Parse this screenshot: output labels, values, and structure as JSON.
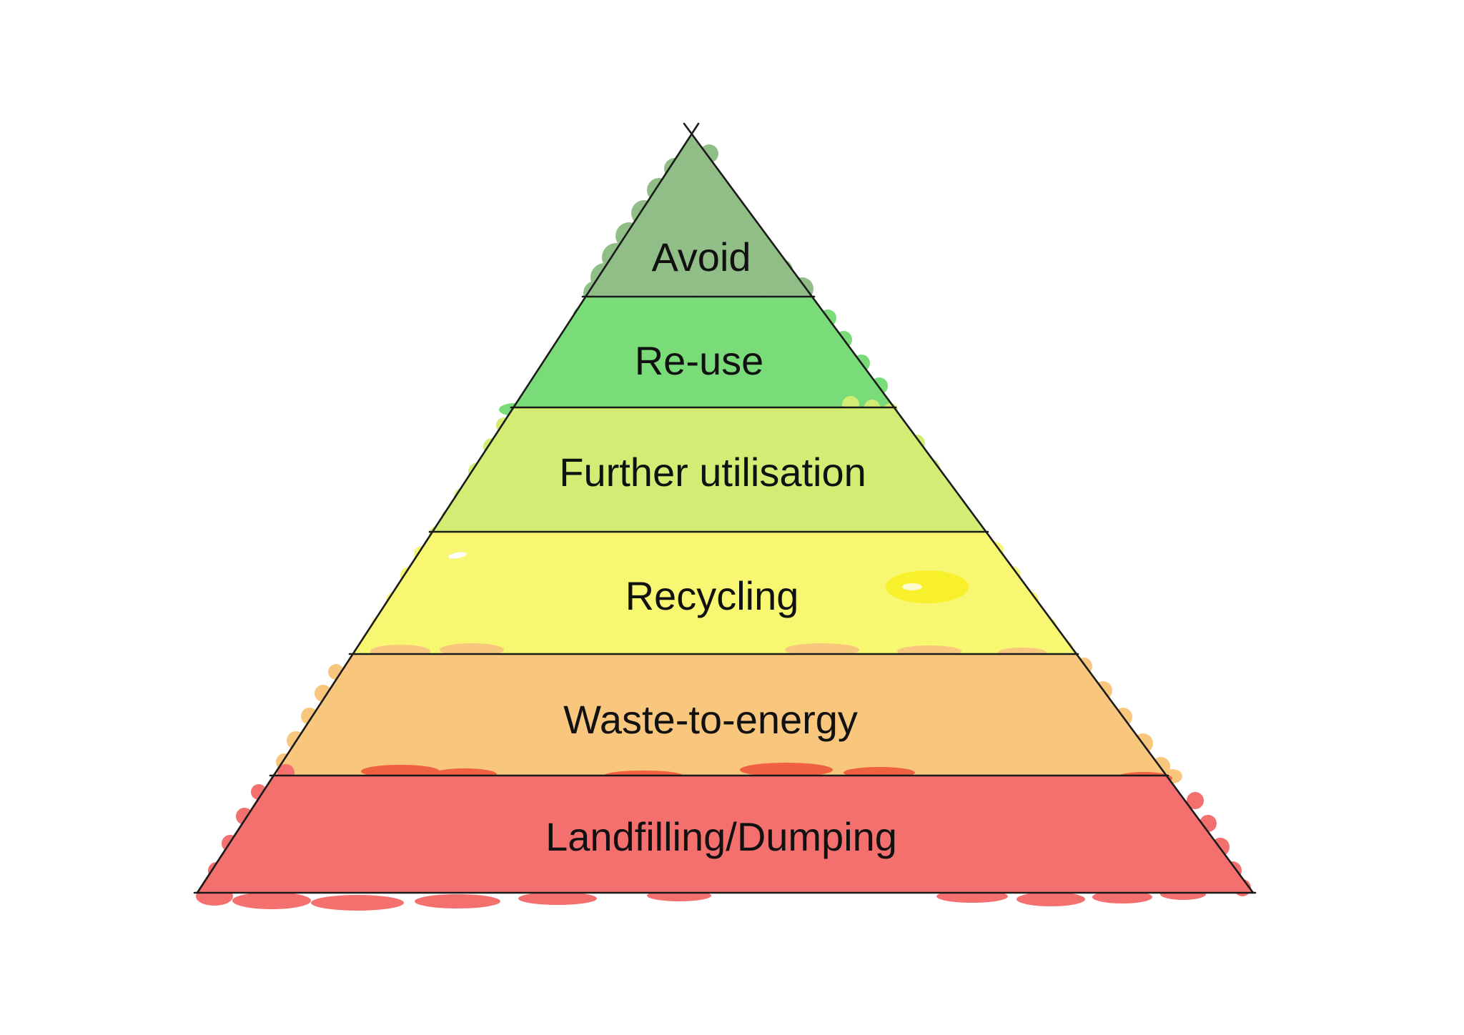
{
  "page": {
    "background": "#ffffff"
  },
  "chart_data": {
    "type": "pyramid",
    "title": "",
    "description": "Waste hierarchy pyramid, six levels from top (most preferred) to bottom (least preferred)",
    "levels": [
      {
        "rank": 1,
        "label": "Avoid",
        "color": "#90BE86"
      },
      {
        "rank": 2,
        "label": "Re-use",
        "color": "#79DC79"
      },
      {
        "rank": 3,
        "label": "Further utilisation",
        "color": "#D2EC74"
      },
      {
        "rank": 4,
        "label": "Recycling",
        "color": "#F8F772"
      },
      {
        "rank": 5,
        "label": "Waste-to-energy",
        "color": "#F9C67D"
      },
      {
        "rank": 6,
        "label": "Landfilling/Dumping",
        "color": "#F3706F"
      }
    ],
    "accents": {
      "outline_color": "#1a1a1a",
      "text_color": "#111111",
      "recycling_highlight": "#F7F02B",
      "highlight_inner_dash": "#FEFCCE",
      "white_dash": "#FFFFFF",
      "orange_red_smudge": "#EF6140"
    }
  }
}
